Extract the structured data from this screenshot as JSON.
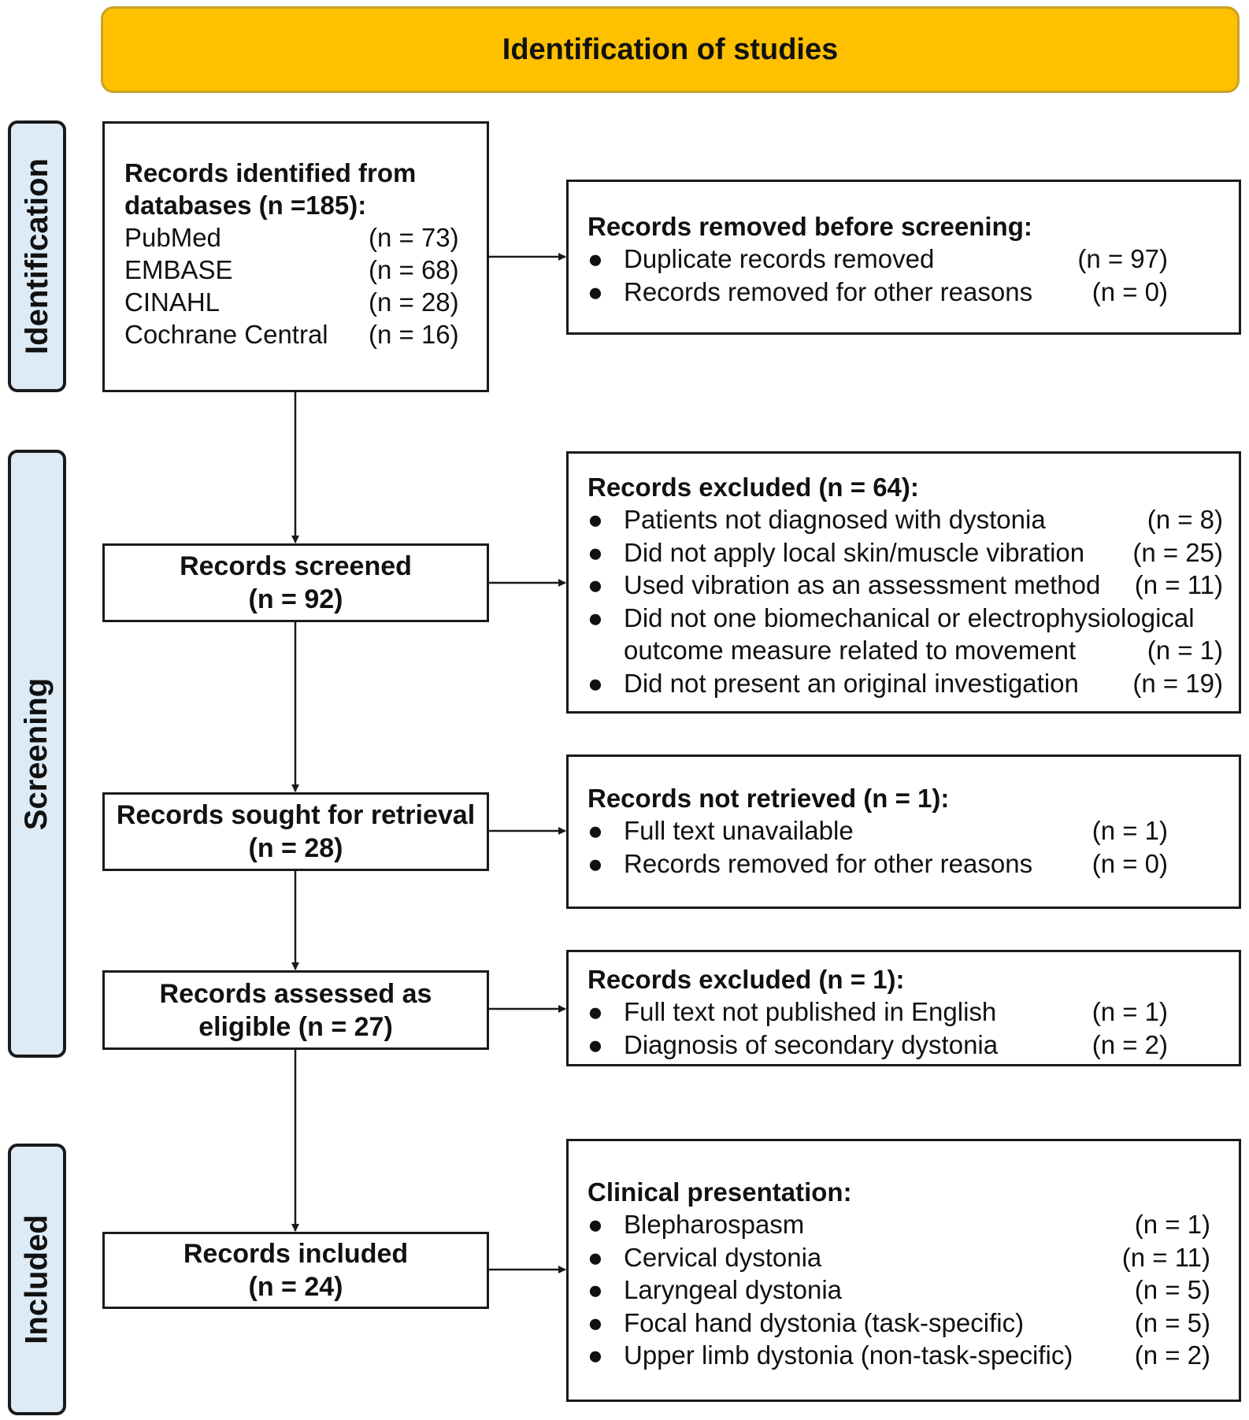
{
  "header": {
    "title": "Identification of studies"
  },
  "phases": {
    "identification": "Identification",
    "screening": "Screening",
    "included": "Included"
  },
  "identified": {
    "title_line1": "Records identified from",
    "title_line2": "databases (n =185):",
    "databases": [
      {
        "name": "PubMed",
        "n": "(n = 73)"
      },
      {
        "name": "EMBASE",
        "n": "(n = 68)"
      },
      {
        "name": "CINAHL",
        "n": "(n = 28)"
      },
      {
        "name": "Cochrane Central",
        "n": "(n = 16)"
      }
    ]
  },
  "removed_before": {
    "title": "Records removed before screening:",
    "items": [
      {
        "text": "Duplicate records removed",
        "n": "(n = 97)"
      },
      {
        "text": "Records removed for other reasons",
        "n": "(n = 0)"
      }
    ]
  },
  "screened": {
    "line1": "Records screened",
    "line2": "(n = 92)"
  },
  "excluded_screen": {
    "title": "Records excluded (n = 64):",
    "items": [
      {
        "text": "Patients not diagnosed with dystonia",
        "n": "(n = 8)"
      },
      {
        "text": "Did not apply local skin/muscle vibration",
        "n": "(n = 25)"
      },
      {
        "text": "Used vibration as an assessment method",
        "n": "(n = 11)"
      },
      {
        "text": "Did not one biomechanical or electrophysiological",
        "n": ""
      },
      {
        "text": "outcome measure related to movement",
        "n": "(n = 1)",
        "continuation": true
      },
      {
        "text": "Did not present an original investigation",
        "n": "(n = 19)"
      }
    ]
  },
  "sought": {
    "line1": "Records sought for retrieval",
    "line2": "(n = 28)"
  },
  "not_retrieved": {
    "title": "Records not retrieved (n = 1):",
    "items": [
      {
        "text": "Full text unavailable",
        "n": "(n = 1)"
      },
      {
        "text": "Records removed for other reasons",
        "n": "(n = 0)"
      }
    ]
  },
  "assessed": {
    "line1": "Records assessed as",
    "line2": "eligible (n = 27)"
  },
  "excluded_eligibility": {
    "title": "Records excluded (n = 1):",
    "items": [
      {
        "text": "Full text not published in English",
        "n": "(n = 1)"
      },
      {
        "text": "Diagnosis of secondary dystonia",
        "n": "(n = 2)"
      }
    ]
  },
  "included": {
    "line1": "Records included",
    "line2": "(n = 24)"
  },
  "clinical": {
    "title": "Clinical presentation:",
    "items": [
      {
        "text": "Blepharospasm",
        "n": "(n = 1)"
      },
      {
        "text": "Cervical dystonia",
        "n": "(n = 11)"
      },
      {
        "text": "Laryngeal dystonia",
        "n": "(n = 5)"
      },
      {
        "text": "Focal hand dystonia (task-specific)",
        "n": "(n = 5)"
      },
      {
        "text": "Upper limb dystonia (non-task-specific)",
        "n": "(n = 2)"
      }
    ]
  },
  "bullet_glyph": "●",
  "colors": {
    "header_fill": "#FFC000",
    "phase_fill": "#DDEBF7",
    "line": "#1a1a1a"
  }
}
